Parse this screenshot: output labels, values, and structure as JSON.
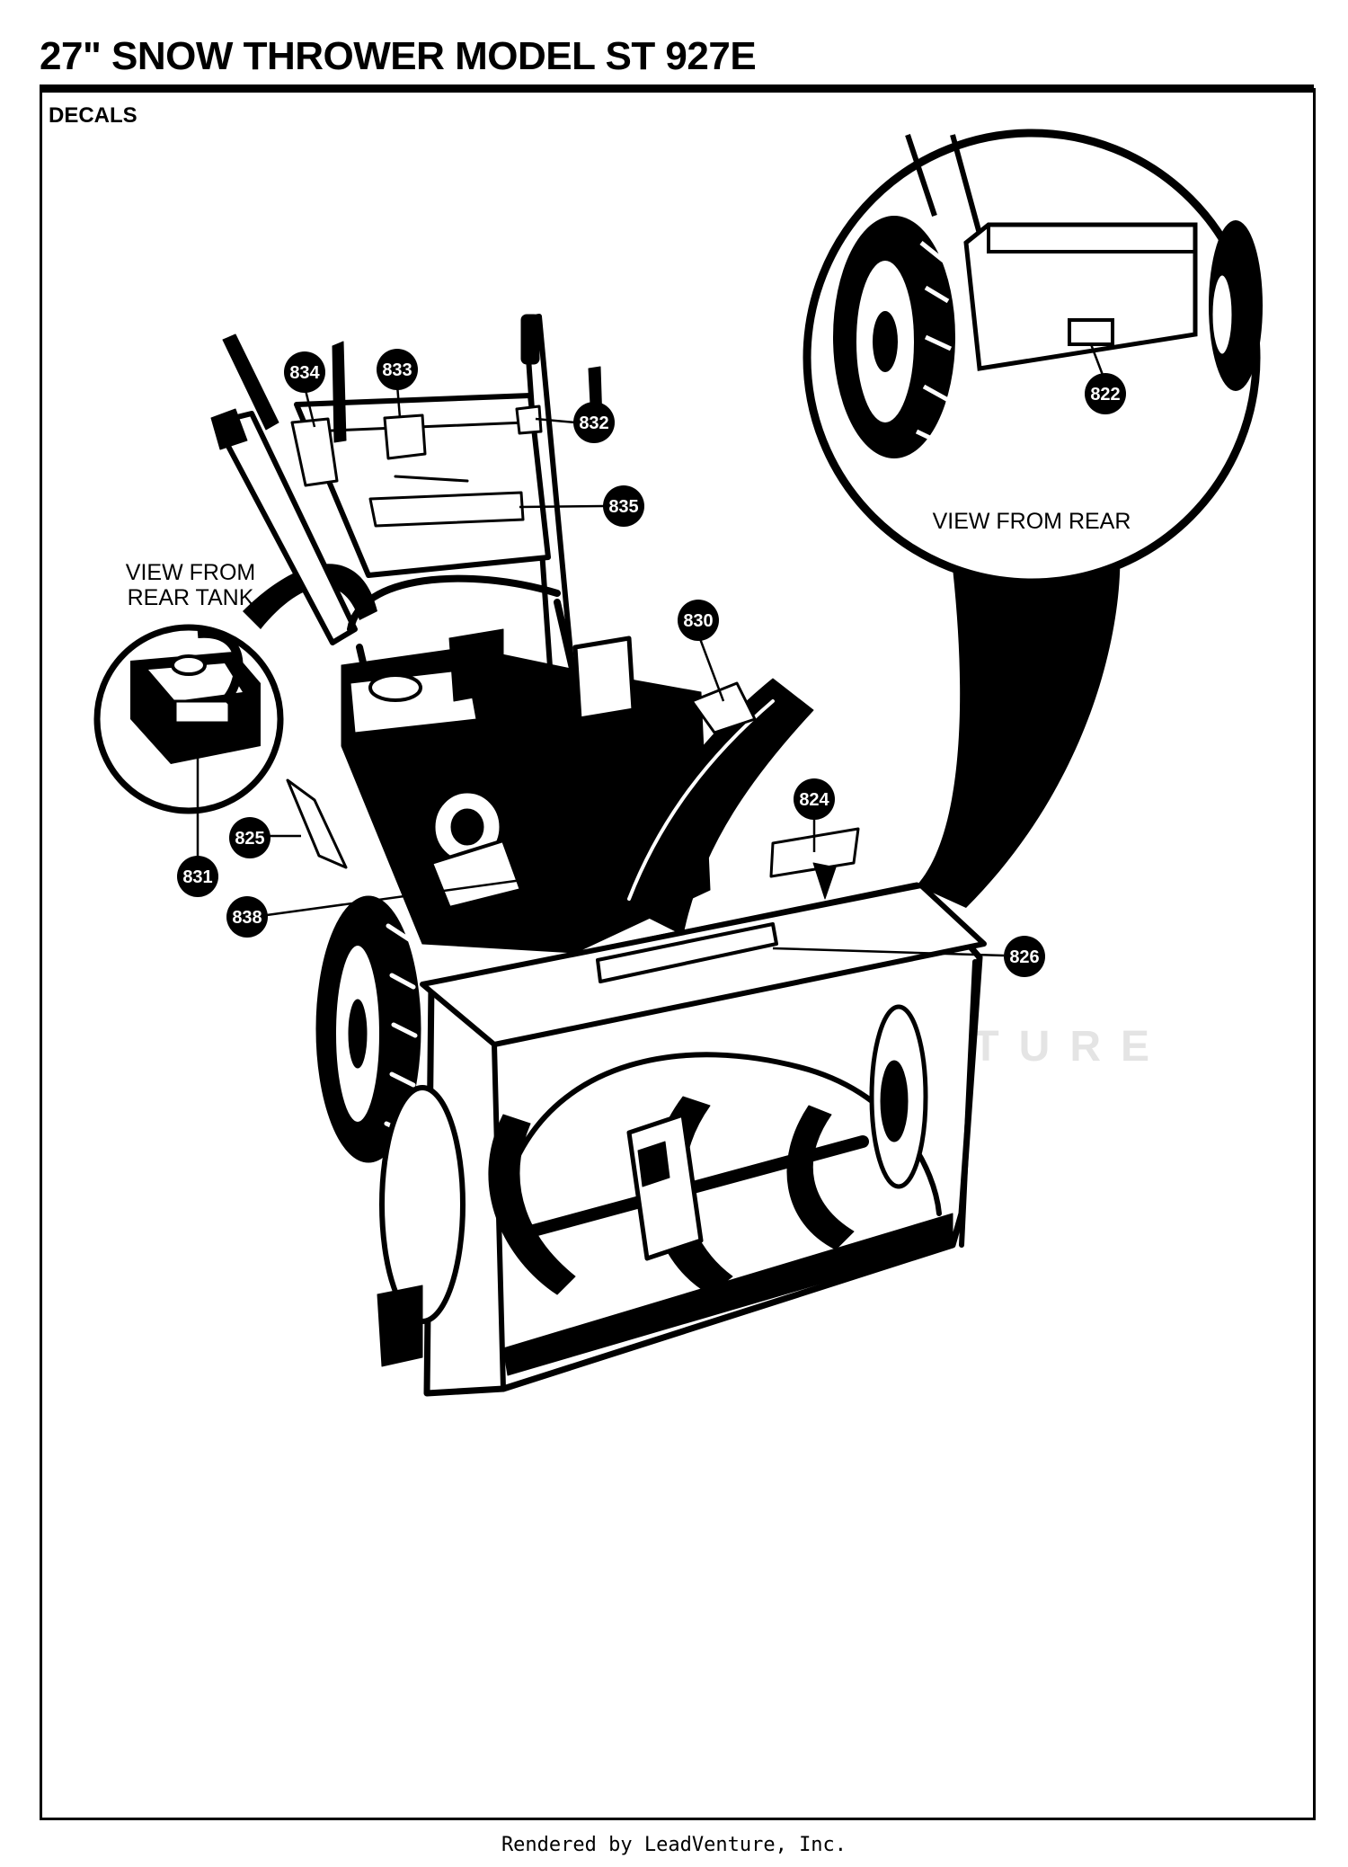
{
  "header": {
    "title": "27\" SNOW THROWER MODEL ST 927E",
    "section": "DECALS"
  },
  "views": {
    "rear": "VIEW FROM REAR",
    "rear_tank_line1": "VIEW FROM",
    "rear_tank_line2": "REAR TANK"
  },
  "callouts": {
    "c822": "822",
    "c824": "824",
    "c825": "825",
    "c826": "826",
    "c830": "830",
    "c831": "831",
    "c832": "832",
    "c833": "833",
    "c834": "834",
    "c835": "835",
    "c838": "838"
  },
  "watermark": "LEADVENTURE",
  "footer": "Rendered by LeadVenture, Inc."
}
